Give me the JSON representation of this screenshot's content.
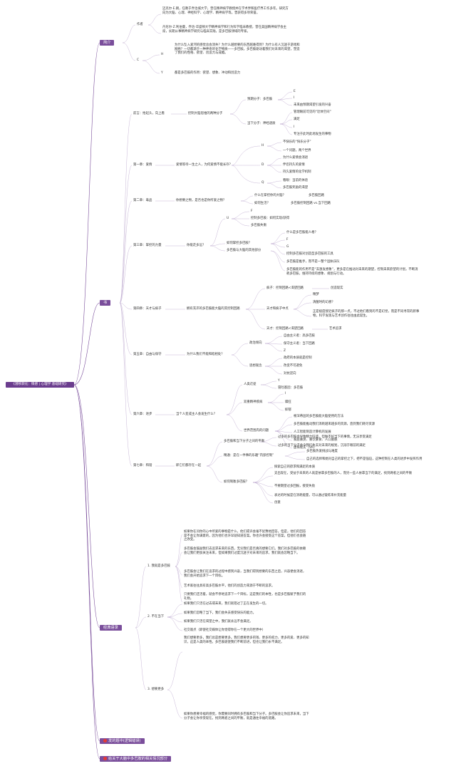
{
  "root": "《潜移默化：情感 | 心理学 基础研究》",
  "branches": {
    "b1": "简介",
    "b2": "书",
    "b3": "经典语录",
    "b4": "发的题中(逻辑错误)",
    "b5": "给关于大脑中多巴胺的相关情况部分"
  },
  "intro": {
    "author_label": "作者",
    "author_p1": "迈克尔·E.朗，任教于乔治城大学，曾任精神病学教授并在学术界和医疗界工作多年。研究方向为大脑、心理、神经科学、心理学、精神病学等。曾获得多项荣誉。",
    "author_p2": "丹尼尔·Z.利伯曼，乔治·华盛顿大学精神病学和行为科学临床教授，曾任美国精神病学会主席，长期从事精神病学研究与临床实践，是多巴胺领域的专家。",
    "c_label": "C",
    "h_label": "H",
    "h_text": "为什么坠入爱河的感觉总会消失？为什么越想要的东西越难得到？为什么有人沉迷于游戏和网络？一切都源于一种神奇的化学物质——多巴胺。多巴胺驱动着我们对未来的渴望，塑造了我们的性格、欲望、创造力与成瘾。",
    "y_label": "Y",
    "y_text": "都是多巴胺的作用：欲望、想象、冲动和创造力"
  },
  "preface": {
    "label": "前言：抬起头，向上看",
    "sub": "控制大脑思维的两种分子",
    "a": "预期分子：多巴胺",
    "a1": "E",
    "a2": "I",
    "a3": "未来由预期渴望引发的兴奋",
    "b": "当下分子：神经递质",
    "b1": "管理眼前可见的“近体空间”",
    "b2": "满足",
    "b3": "I",
    "b4": "专注于此时此地发生的事物"
  },
  "ch1": {
    "label": "第一章：爱情",
    "q": "爱情等待一生之人，为何爱情不能长存？",
    "h": "H",
    "h1": "不快乐的“快乐分子”",
    "h2": "一个问题，两个世界",
    "d": "D",
    "d1": "为什么爱情会消退",
    "d2": "伴侣持久的爱情",
    "d3": "持久爱情的化学机制",
    "q_label": "Q",
    "q1": "看眼：当前的体验",
    "q2": "多巴胺奖励的渴望"
  },
  "ch2": {
    "label": "第二章：毒品",
    "q": "你想要之物，是否也是你所爱之物？",
    "i1": "什么在掌控你的大脑？",
    "i1r": "多巴胺回路",
    "i2": "如何生活？",
    "i2r": "多巴胺控制回路 vs.当下回路"
  },
  "ch3": {
    "label": "第三章：掌控的力量",
    "q": "你能走多远？",
    "u": "U",
    "u1": "F",
    "u2": "控制多巴胺：如何实现/获得",
    "u3": "多巴胺失衡",
    "m": "如何掌控多巴胺？",
    "m1": "什么是多巴胺能人格？",
    "m2": "F",
    "m3": "G",
    "m4": "控制多巴胺对创造型多巴胺的工具",
    "w": "多巴胺与大脑的其他部分",
    "w1": "多巴胺是推手，而不是一整个固执乐队",
    "w2": "多巴胺能的作用不是“去激发想象”，更多是在推动对未来的期望，控制未来欲望的计划，不断消耗多巴胺，维持持续的想象、规划与行动。"
  },
  "ch4": {
    "label": "第四章：天才与疯子",
    "q": "拥有充沛的多巴胺能大脑的其控制回路",
    "a": "疯子：控制回路<渴望回路",
    "a_r": "创造现实",
    "b": "天才和疯子中点",
    "b1": "精梦",
    "b2": "清醒时的幻想？",
    "b3": "正是极度接近疯子的那一点，不过他们看到的不是幻觉，而是不同寻常的新事物，科学发现与艺术创作往往由此诞生。",
    "c": "天才：控制回路<渴望回路",
    "c_r": "艺术追求"
  },
  "ch5": {
    "label": "第五章：自由与保守",
    "q": "为什么我们不能和睦相处？",
    "p": "政治倾向",
    "p1": "自由主义者：高多巴胺",
    "p2": "保守主义者：当下回路",
    "p3": "Z",
    "d": "思想观念",
    "d1": "政府的本质就是控制",
    "d2": "改变不可避免",
    "d3": "对抗逆向"
  },
  "ch6": {
    "label": "第六章：进步",
    "q": "当个人变成主人会发生什么？",
    "a": "人类迁徙",
    "a1": "Y",
    "a2": "冒险基因：多巴胺",
    "b": "双重精神疾病",
    "b1": "I",
    "b2": "躁狂",
    "b3": "抑郁",
    "c": "世界范围内的问题",
    "c1": "根深蒂固的多巴胺能大脑使用的方法",
    "c2": "多巴胺能推动我们消耗越来越多的资源，直到我们耗尽资源",
    "c3": "人工智能制造计算机的发展",
    "c4": "家庭暴戾、暴饮暴食、人口膨胀",
    "c5": "虚拟现实（VR）"
  },
  "ch7": {
    "label": "第七章：和谐",
    "q": "即它们都存在一起",
    "a": "多巴胺和当下分子之间的平衡",
    "a1": "过多的多巴胺会导致精力旺盛，但做不好当下的事情，无法享受满足",
    "a2": "过多的当下分子会令我们失去对未来的规划，沉溺于眼前的满足",
    "b": "精通：是在一件事的乐趣“内部控制”",
    "b1": "多巴胺热爱挑战与难度",
    "b2": "自己的选择和她对自己的掌控之下，把不是强迫，这种控制在人类的进步中发挥作用",
    "c": "如何制衡多巴胺？",
    "c1": "探索自己的欲求和满足的本质",
    "c2": "支出现在，受益于未来的人就是依靠多巴胺的人，而另一些人依靠当下的满足，找到两者之间的平衡",
    "c3": "不要期望过多回报，接受失败",
    "c4": "表达的时候是在消耗能量，可以通过锻炼来补充能量",
    "c5": "创意"
  },
  "quotes": {
    "g1": "1. 我就是多巴胺",
    "g1_p1": "如果你在问你的心中所爱的事物是什么，他们或许会毫不犹豫地回答。但是，他们的回答是不会让你满意的，因为他们也许早就知道答案。你也许会接受这个答案，但他们也会随之改变。",
    "g1_p2": "多巴胺会鼓励我们去追求未来的东西，无论我们是否真的想要它们。我们对多巴胺的依赖会让我们更加关注未来，但如果我们过度沉迷于对未来的追求，我们就会忽略当下。",
    "g1_p3": "多巴胺会让我们在追求的过程中感到兴奋，当我们得到想要的东西之后，兴奋便会消退，我们会开始追求下一个目标。",
    "g1_p4": "艺术家往往具有高多巴胺水平，他们的创造力来源于不断的追求。",
    "g1_p5": "只要我们还活着，就会不停地追求下一个目标，这是我们的本性，也是多巴胺赋予我们的礼物。",
    "g2": "2. 不在当下",
    "g2_p1": "如果我们只活在过去或未来，我们就错过了正在发生的一切。",
    "g2_p2": "如果我们忽略了当下，我们会失去感受快乐的能力。",
    "g2_p3": "如果我们只活在渴望之中，我们就永远不会满足。",
    "g2_p4": "社交观点（即使社交媒体让你觉得你在一个更大的世界中）",
    "g3": "3. 想要更多",
    "g3_p1": "我们想要更多，我们总是想要更多。我们想要更多的钱、更多的权力、更多的爱、更多的知识，这是人类的本性。多巴胺驱使我们不断前进，但也让我们永不满足。",
    "g3_p2": "如果你想要幸福的感觉，你需要同时拥有多巴胺和当下分子。多巴胺会让你追求未来，当下分子会让你享受现在。找到两者之间的平衡，就是通往幸福的道路。"
  }
}
